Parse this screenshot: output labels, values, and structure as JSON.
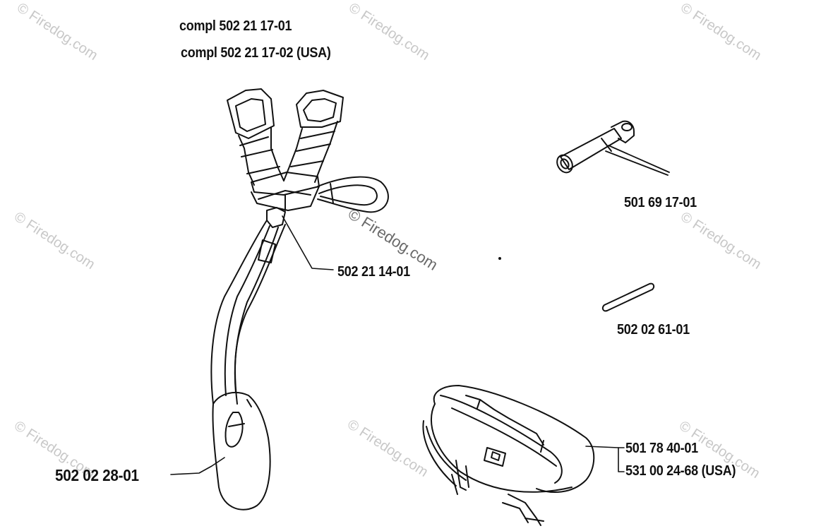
{
  "labels": {
    "harness_compl": "compl 502 21 17-01",
    "harness_compl_usa": "compl 502 21 17-02 (USA)",
    "buckle_part": "502 21 14-01",
    "hip_pad_part": "502 02 28-01",
    "combination_wrench": "501 69  17-01",
    "pin": "502 02 61-01",
    "belt_part": "501 78 40-01",
    "belt_part_usa": "531 00 24-68 (USA)"
  },
  "watermark": "© Firedog.com",
  "colors": {
    "ink": "#111111",
    "watermark": "#c8c8c8"
  }
}
